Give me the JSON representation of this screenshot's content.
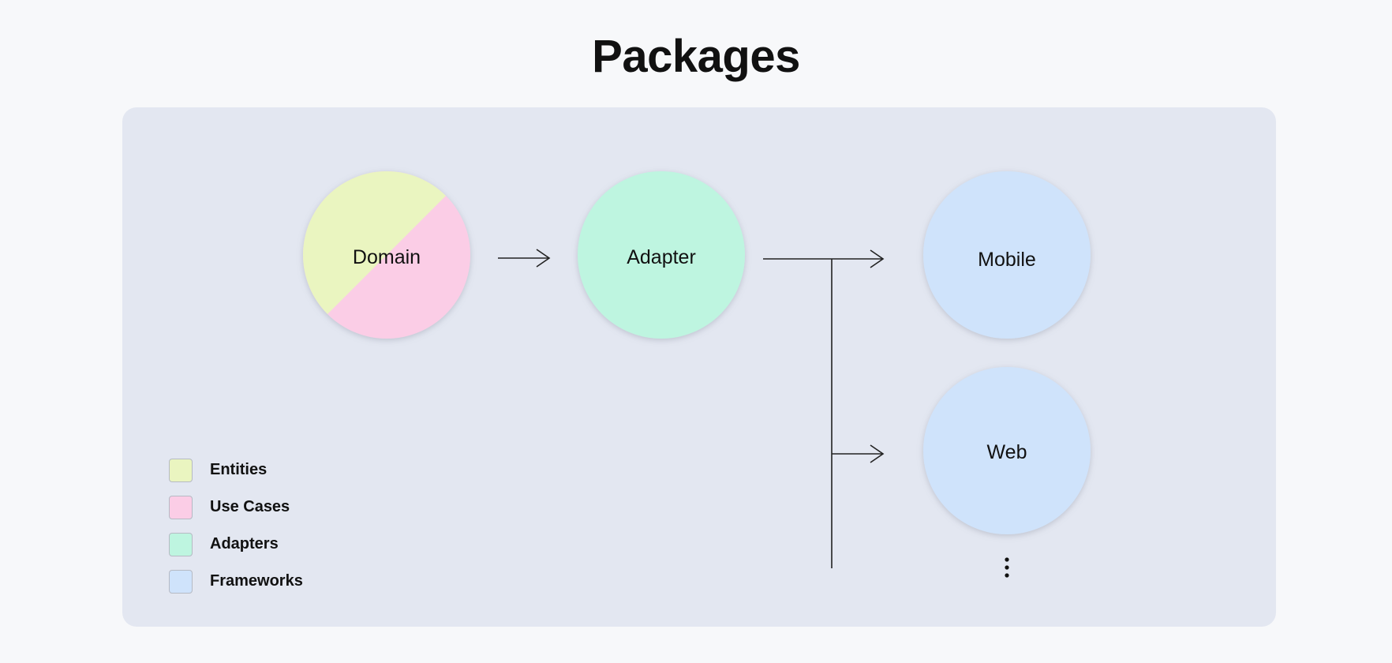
{
  "title": "Packages",
  "colors": {
    "entities": "#eaf5c0",
    "use_cases": "#fbcde6",
    "adapters": "#bef5e0",
    "frameworks": "#cfe3fb",
    "panel": "#e3e7f1",
    "background": "#f7f8fa",
    "line": "#222222"
  },
  "nodes": {
    "domain": "Domain",
    "adapter": "Adapter",
    "mobile": "Mobile",
    "web": "Web"
  },
  "legend": [
    {
      "label": "Entities",
      "color": "#eaf5c0"
    },
    {
      "label": "Use Cases",
      "color": "#fbcde6"
    },
    {
      "label": "Adapters",
      "color": "#bef5e0"
    },
    {
      "label": "Frameworks",
      "color": "#cfe3fb"
    }
  ],
  "more_icon": "vertical-ellipsis-icon"
}
